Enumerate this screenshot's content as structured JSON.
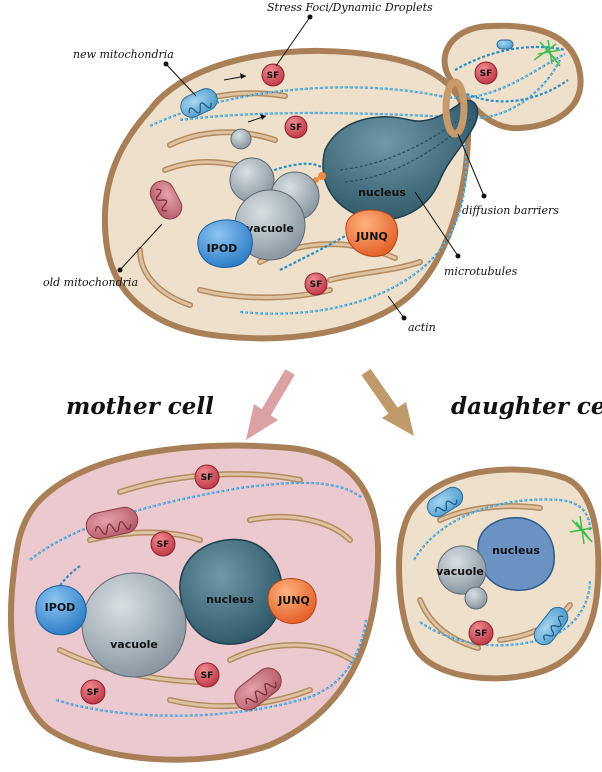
{
  "labels": {
    "stress_foci": "Stress Foci/Dynamic Droplets",
    "new_mito": "new mitochondria",
    "old_mito": "old mitochondria",
    "diffusion": "diffusion barriers",
    "microtubules": "microtubules",
    "actin": "actin",
    "mother": "mother cell",
    "daughter": "daughter cell"
  },
  "organelles": {
    "sf": "SF",
    "nucleus": "nucleus",
    "vacuole": "vacuole",
    "ipod": "IPOD",
    "junq": "JUNQ"
  },
  "colors": {
    "membrane": "#a97f57",
    "cytoplasm": "#efe0cc",
    "mother_cytoplasm": "#ecc8cf",
    "nucleus": "#3d6a7a",
    "vacuole": "#aab6be",
    "ipod": "#3b8fd8",
    "junq": "#f07a3c",
    "sf": "#d44a55",
    "actin": "#2b8fc7",
    "mother_arrow": "#dba2a6",
    "daughter_arrow": "#bf9a6a"
  }
}
